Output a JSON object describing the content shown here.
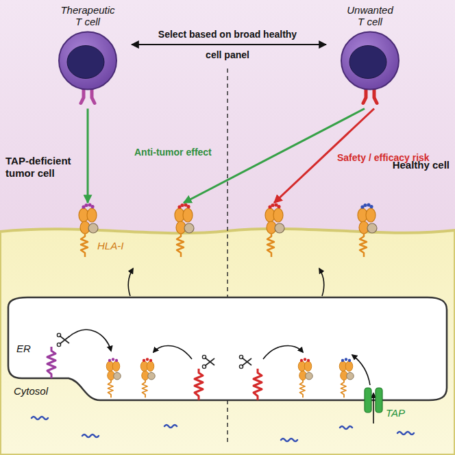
{
  "diagram": {
    "nodes": [
      {
        "text": [
          "Therapeutic T cell"
        ]
      },
      {
        "text": [
          "Unwanted T cell"
        ]
      },
      {
        "text": [
          "TAP-deficient tumor cell"
        ]
      },
      {
        "text": [
          "Healthy cell"
        ]
      }
    ],
    "edges": [
      {
        "from": 0,
        "to": 1,
        "arrow": "both",
        "label": "Select based on broad healthy cell panel"
      },
      {
        "from": 0,
        "to": 2,
        "arrow": "to"
      },
      {
        "from": 1,
        "to": 2,
        "arrow": "to",
        "label": "Anti-tumor effect"
      },
      {
        "from": 1,
        "to": 3,
        "arrow": "to",
        "label": "Safety / efficacy risk"
      }
    ],
    "labels": [
      "HLA-I",
      "ER",
      "Cytosol",
      "TAP"
    ]
  }
}
